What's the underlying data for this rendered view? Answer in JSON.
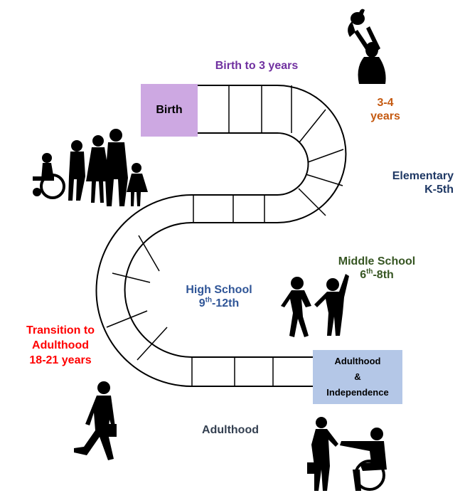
{
  "labels": {
    "birth_to_3": "Birth to 3 years",
    "age_3_4_line1": "3-4",
    "age_3_4_line2": "years",
    "elementary_line1": "Elementary",
    "elementary_line2": "K-5th",
    "middle_school_line1": "Middle School",
    "middle_school_grade_start": "6",
    "middle_school_grade_start_sup": "th",
    "middle_school_grade_end": "-8th",
    "high_school_line1": "High School",
    "high_school_grade_start": "9",
    "high_school_grade_start_sup": "th",
    "high_school_grade_end": "-12th",
    "transition_line1": "Transition to",
    "transition_line2": "Adulthood",
    "transition_line3": "18-21 years",
    "adulthood": "Adulthood"
  },
  "boxes": {
    "birth": "Birth",
    "adulthood_line1": "Adulthood",
    "adulthood_line2": "&",
    "adulthood_line3": "Independence"
  },
  "colors": {
    "birth_to_3": "#7030a0",
    "age_3_4": "#c55a11",
    "elementary": "#1f3864",
    "middle_school": "#375623",
    "high_school": "#2f5597",
    "transition": "#ff0000",
    "adulthood": "#333f50",
    "birth_box": "#cda8e2",
    "independence_box": "#b4c7e7"
  }
}
